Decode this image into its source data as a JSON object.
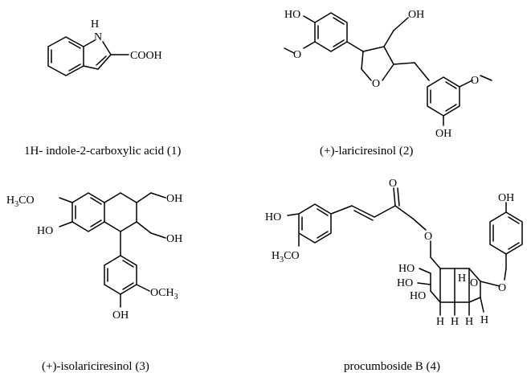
{
  "compounds": [
    {
      "caption": "1H- indole-2-carboxylic acid (1)",
      "labels": {
        "nh": "N",
        "h": "H",
        "cooh": "COOH"
      }
    },
    {
      "caption": "(+)-lariciresinol (2)",
      "labels": {
        "ho_top": "HO",
        "ome": "O",
        "oh_ch2": "OH",
        "ring_o": "O",
        "ome_right": "O",
        "oh_bottom": "OH"
      }
    },
    {
      "caption": "(+)-isolariciresinol (3)",
      "labels": {
        "h3co_h": "H",
        "h3co_3": "3",
        "h3co_co": "CO",
        "ho": "HO",
        "oh1": "OH",
        "oh2": "OH",
        "och3_o": "OCH",
        "och3_3": "3",
        "oh_bottom": "OH"
      }
    },
    {
      "caption": "procumboside B (4)",
      "labels": {
        "ho": "HO",
        "h3co_h": "H",
        "h3co_3": "3",
        "h3co_co": "CO",
        "carbonyl_o": "O",
        "ester_o": "O",
        "oh_top": "OH",
        "ho1": "HO",
        "ho2": "HO",
        "ho3": "HO",
        "h1": "H",
        "h2": "H",
        "h3": "H",
        "h4": "H",
        "h5": "H",
        "ring_o": "O",
        "glyco_o": "O"
      }
    }
  ]
}
